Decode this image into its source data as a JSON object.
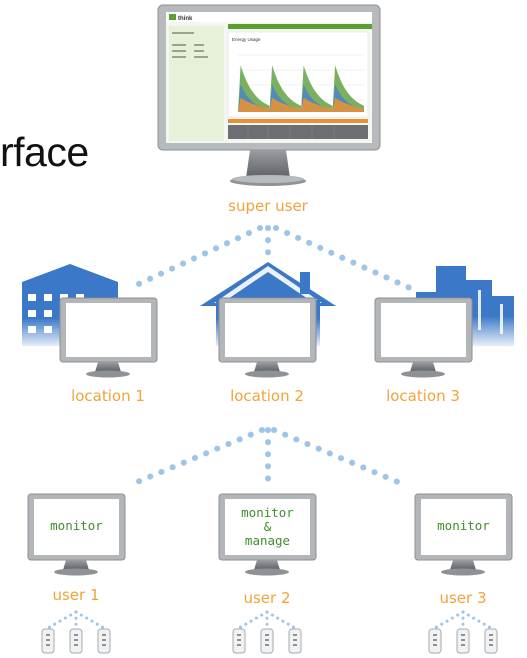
{
  "title_fragment": "rface",
  "super_user": {
    "label": "super user"
  },
  "dashboard": {
    "logo": "think",
    "chart_title": "Energy Usage",
    "accent": "#5aa02c",
    "series_colors": [
      "#6aa84f",
      "#4a86c8",
      "#e69138"
    ]
  },
  "locations": [
    {
      "label": "location 1"
    },
    {
      "label": "location 2"
    },
    {
      "label": "location 3"
    }
  ],
  "users": [
    {
      "label": "user 1",
      "screen_lines": [
        "monitor"
      ]
    },
    {
      "label": "user 2",
      "screen_lines": [
        "monitor",
        "&",
        "manage"
      ]
    },
    {
      "label": "user 3",
      "screen_lines": [
        "monitor"
      ]
    }
  ],
  "colors": {
    "label_orange": "#f0a33a",
    "building_blue": "#3b78c8",
    "connector_blue": "#9ec5e8",
    "screen_green": "#3f8f2a"
  }
}
